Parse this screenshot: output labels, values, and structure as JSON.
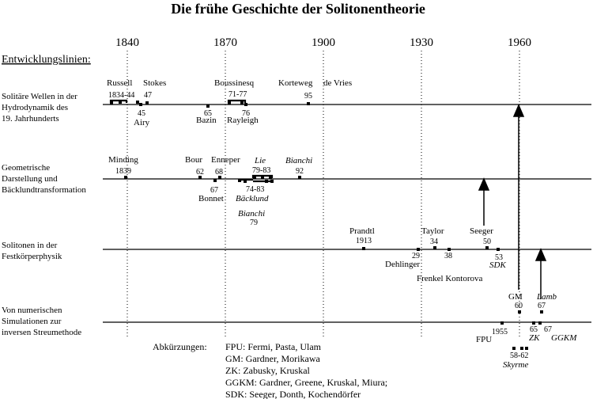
{
  "title": "Die frühe Geschichte der Solitonentheorie",
  "years": [
    "1840",
    "1870",
    "1900",
    "1930",
    "1960"
  ],
  "heading": "Entwicklungslinien:",
  "lanes": [
    [
      "Solitäre Wellen in der",
      "Hydrodynamik des",
      "19. Jahrhunderts"
    ],
    [
      "Geometrische",
      "Darstellung und",
      "Bäcklundtransformation"
    ],
    [
      "Solitonen in der",
      "Festkörperphysik"
    ],
    [
      "Von numerischen",
      "Simulationen zur",
      "inversen Streumethode"
    ]
  ],
  "labels": [
    {
      "text": "Russell",
      "italic": false,
      "size": "name"
    },
    {
      "text": "Stokes",
      "italic": false,
      "size": "name"
    },
    {
      "text": "1834-44",
      "italic": false,
      "size": "num"
    },
    {
      "text": "47",
      "italic": false,
      "size": "num"
    },
    {
      "text": "45",
      "italic": false,
      "size": "num"
    },
    {
      "text": "Airy",
      "italic": false,
      "size": "name"
    },
    {
      "text": "Boussinesq",
      "italic": false,
      "size": "name"
    },
    {
      "text": "71-77",
      "italic": false,
      "size": "num"
    },
    {
      "text": "65",
      "italic": false,
      "size": "num"
    },
    {
      "text": "Bazin",
      "italic": false,
      "size": "name"
    },
    {
      "text": "76",
      "italic": false,
      "size": "num"
    },
    {
      "text": "Rayleigh",
      "italic": false,
      "size": "name"
    },
    {
      "text": "Korteweg",
      "italic": false,
      "size": "name"
    },
    {
      "text": "de Vries",
      "italic": false,
      "size": "name"
    },
    {
      "text": "95",
      "italic": false,
      "size": "num"
    },
    {
      "text": "Minding",
      "italic": false,
      "size": "name"
    },
    {
      "text": "1839",
      "italic": false,
      "size": "num"
    },
    {
      "text": "Bour",
      "italic": false,
      "size": "name"
    },
    {
      "text": "62",
      "italic": false,
      "size": "num"
    },
    {
      "text": "Enneper",
      "italic": false,
      "size": "name"
    },
    {
      "text": "68",
      "italic": false,
      "size": "num"
    },
    {
      "text": "67",
      "italic": false,
      "size": "num"
    },
    {
      "text": "Bonnet",
      "italic": false,
      "size": "name"
    },
    {
      "text": "Lie",
      "italic": true,
      "size": "name"
    },
    {
      "text": "79-83",
      "italic": false,
      "size": "num"
    },
    {
      "text": "74-83",
      "italic": false,
      "size": "num"
    },
    {
      "text": "Bäcklund",
      "italic": true,
      "size": "name"
    },
    {
      "text": "Bianchi",
      "italic": true,
      "size": "name"
    },
    {
      "text": "92",
      "italic": false,
      "size": "num"
    },
    {
      "text": "Bianchi",
      "italic": true,
      "size": "name"
    },
    {
      "text": "79",
      "italic": false,
      "size": "num"
    },
    {
      "text": "Prandtl",
      "italic": false,
      "size": "name"
    },
    {
      "text": "1913",
      "italic": false,
      "size": "num"
    },
    {
      "text": "Taylor",
      "italic": false,
      "size": "name"
    },
    {
      "text": "34",
      "italic": false,
      "size": "num"
    },
    {
      "text": "29",
      "italic": false,
      "size": "num"
    },
    {
      "text": "Dehlinger",
      "italic": false,
      "size": "name"
    },
    {
      "text": "38",
      "italic": false,
      "size": "num"
    },
    {
      "text": "Frenkel Kontorova",
      "italic": false,
      "size": "name"
    },
    {
      "text": "Seeger",
      "italic": false,
      "size": "name"
    },
    {
      "text": "50",
      "italic": false,
      "size": "num"
    },
    {
      "text": "53",
      "italic": false,
      "size": "num"
    },
    {
      "text": "SDK",
      "italic": true,
      "size": "name"
    },
    {
      "text": "GM",
      "italic": false,
      "size": "name"
    },
    {
      "text": "60",
      "italic": false,
      "size": "num"
    },
    {
      "text": "Lamb",
      "italic": true,
      "size": "name"
    },
    {
      "text": "67",
      "italic": false,
      "size": "num"
    },
    {
      "text": "1955",
      "italic": false,
      "size": "num"
    },
    {
      "text": "FPU",
      "italic": false,
      "size": "name"
    },
    {
      "text": "65",
      "italic": false,
      "size": "num"
    },
    {
      "text": "67",
      "italic": false,
      "size": "num"
    },
    {
      "text": "ZK",
      "italic": true,
      "size": "name"
    },
    {
      "text": "GGKM",
      "italic": true,
      "size": "name"
    },
    {
      "text": "58-62",
      "italic": false,
      "size": "num"
    },
    {
      "text": "Skyrme",
      "italic": true,
      "size": "name"
    }
  ],
  "abbreviations": {
    "heading": "Abkürzungen:",
    "lines": [
      "FPU: Fermi, Pasta, Ulam",
      "GM: Gardner, Morikawa",
      "ZK: Zabusky, Kruskal",
      "GGKM: Gardner, Greene, Kruskal, Miura;",
      "SDK: Seeger, Donth, Kochendörfer"
    ]
  }
}
